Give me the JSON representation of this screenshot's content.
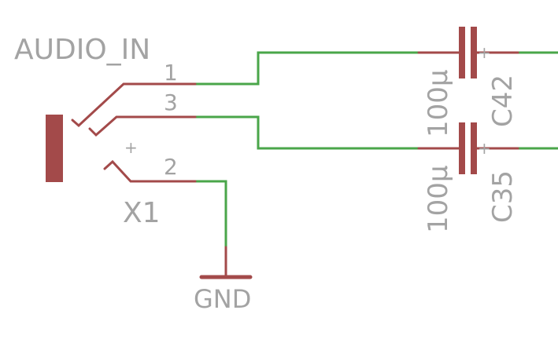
{
  "schematic": {
    "jack": {
      "value": "AUDIO_IN",
      "designator": "X1",
      "pins": [
        "1",
        "3",
        "2"
      ],
      "polarity": "+"
    },
    "capacitors": [
      {
        "designator": "C42",
        "value": "100µ",
        "polarity": "+"
      },
      {
        "designator": "C35",
        "value": "100µ",
        "polarity": "+"
      }
    ],
    "ground": {
      "label": "GND"
    },
    "colors": {
      "wire": "#4aa64a",
      "symbol": "#a34a4a",
      "text": "#a3a3a3",
      "background": "#ffffff"
    }
  }
}
